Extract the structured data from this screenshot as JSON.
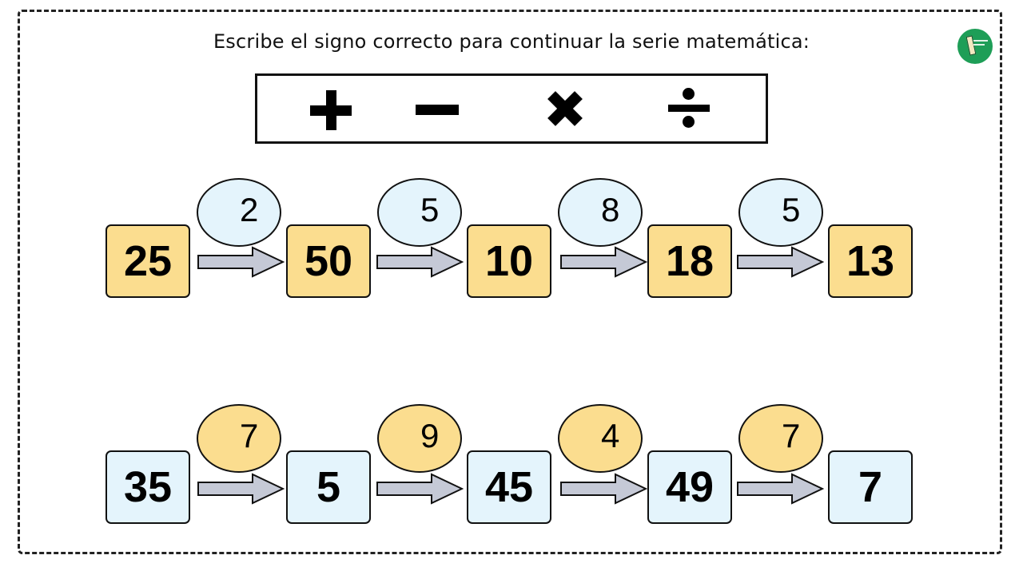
{
  "instruction": "Escribe el signo correcto para continuar la serie matemática:",
  "logo_icon": "teacher-logo-icon",
  "signs": [
    {
      "name": "plus-icon",
      "symbol": "+"
    },
    {
      "name": "minus-icon",
      "symbol": "−"
    },
    {
      "name": "times-icon",
      "symbol": "×"
    },
    {
      "name": "divide-icon",
      "symbol": "÷"
    }
  ],
  "colors": {
    "yellow": "#fbdd8f",
    "light_blue": "#e4f4fc",
    "arrow": "#c5c9d6",
    "logo_green": "#1e9e57"
  },
  "series": [
    {
      "numbers": [
        "25",
        "50",
        "10",
        "18",
        "13"
      ],
      "operands": [
        "2",
        "5",
        "8",
        "5"
      ],
      "box_color": "yellow",
      "bubble_color": "light_blue"
    },
    {
      "numbers": [
        "35",
        "5",
        "45",
        "49",
        "7"
      ],
      "operands": [
        "7",
        "9",
        "4",
        "7"
      ],
      "box_color": "light_blue",
      "bubble_color": "yellow"
    }
  ]
}
